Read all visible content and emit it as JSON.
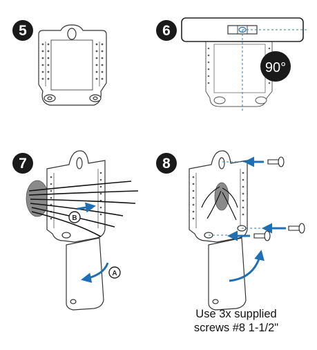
{
  "steps": [
    {
      "number": "5"
    },
    {
      "number": "6",
      "angle_label": "90°"
    },
    {
      "number": "7",
      "callout_a": "A",
      "callout_b": "B"
    },
    {
      "number": "8"
    }
  ],
  "caption": {
    "line1": "Use 3x supplied",
    "line2": "screws #8 1-1/2\""
  },
  "colors": {
    "arrow": "#1f6fb5",
    "guide_line": "#2b7bbf",
    "outline": "#333333",
    "badge": "#1a1a1a",
    "wall_hole": "#8a8a8a"
  }
}
